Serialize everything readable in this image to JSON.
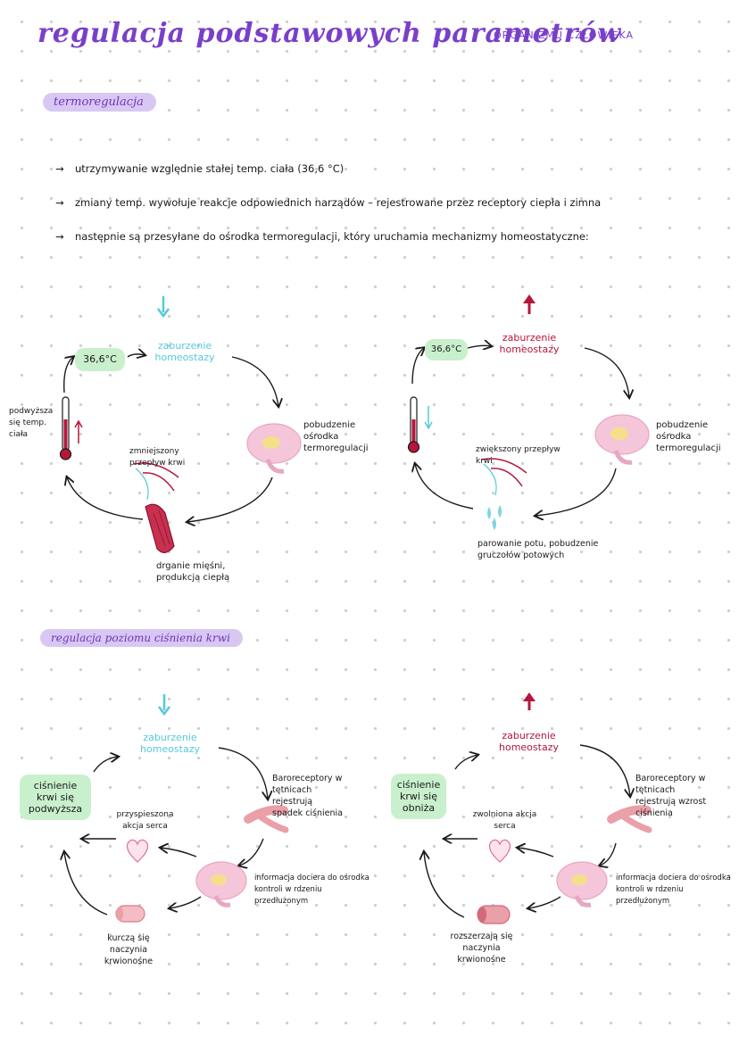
{
  "title": "regulacja podstawowych parametrów",
  "subtitle": "ORGANIZMU CZŁOWIEKA",
  "thermo": {
    "heading": "termoregulacja",
    "bullets": [
      "utrzymywanie względnie stałej temp. ciała (36,6 °C)",
      "zmiany temp. wywołuje reakcje odpowiednich narządów – rejestrowane przez receptory ciepła i zimna",
      "następnie są przesyłane do ośrodka termoregulacji, który uruchamia mechanizmy homeostatyczne:"
    ],
    "left": {
      "temp": "36,6°C",
      "disturbance": "zaburzenie homeostazy",
      "center": "pobudzenie ośrodka termoregulacji",
      "vessel": "zmniejszony przepływ krwi",
      "muscle": "drganie mięśni, produkcja ciepła",
      "rise": "podwyższa się temp. ciała"
    },
    "right": {
      "temp": "36,6°C",
      "disturbance": "zaburzenie homeostazy",
      "center": "pobudzenie ośrodka termoregulacji",
      "vessel": "zwiększony przepływ krwi",
      "sweat": "parowanie potu, pobudzenie gruczołów potowych"
    }
  },
  "pressure": {
    "heading": "regulacja poziomu ciśnienia krwi",
    "left": {
      "disturbance": "zaburzenie homeostazy",
      "result": "ciśnienie krwi się podwyższa",
      "baro": "Baroreceptory w tętnicach rejestrują spadek ciśnienia",
      "heart": "przyspieszona akcja serca",
      "info": "informacja dociera do ośrodka kontroli w rdzeniu przedłużonym",
      "vessel": "kurczą się naczynia krwionośne"
    },
    "right": {
      "disturbance": "zaburzenie homeostazy",
      "result": "ciśnienie krwi się obniża",
      "baro": "Baroreceptory w tętnicach rejestrują wzrost ciśnienia",
      "heart": "zwolniona akcja serca",
      "info": "informacja dociera do ośrodka kontroli w rdzeniu przedłużonym",
      "vessel": "rozszerzają się naczynia krwionośne"
    }
  },
  "colors": {
    "purple": "#7a3fc9",
    "lavender": "#d9c7f3",
    "green": "#c9f0cc",
    "cyan": "#56c8da",
    "red": "#b5163a",
    "pink": "#f5c6d9"
  }
}
